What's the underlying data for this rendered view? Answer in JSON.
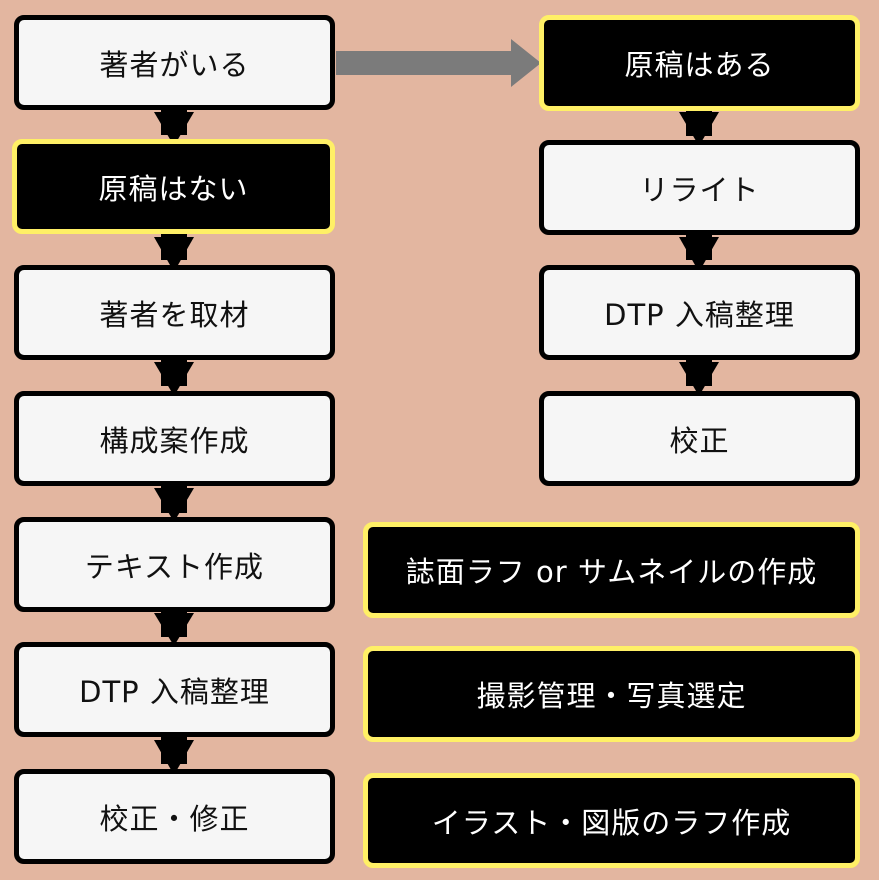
{
  "colors": {
    "background": "#e3b6a0",
    "box_light": "#f6f6f6",
    "box_dark": "#000000",
    "border_highlight": "#fff066",
    "arrow_gray": "#7b7b7b",
    "connector": "#000000"
  },
  "left_flow": {
    "author_exists": "著者がいる",
    "no_manuscript": "原稿はない",
    "interview_author": "著者を取材",
    "plan_structure": "構成案作成",
    "write_text": "テキスト作成",
    "dtp_arrangement": "DTP 入稿整理",
    "proof_fix": "校正・修正"
  },
  "right_flow": {
    "manuscript_exists": "原稿はある",
    "rewrite": "リライト",
    "dtp_arrangement": "DTP 入稿整理",
    "proofread": "校正"
  },
  "tasks": {
    "layout_rough": "誌面ラフ or サムネイルの作成",
    "photo_management": "撮影管理・写真選定",
    "illustration_rough": "イラスト・図版のラフ作成"
  }
}
